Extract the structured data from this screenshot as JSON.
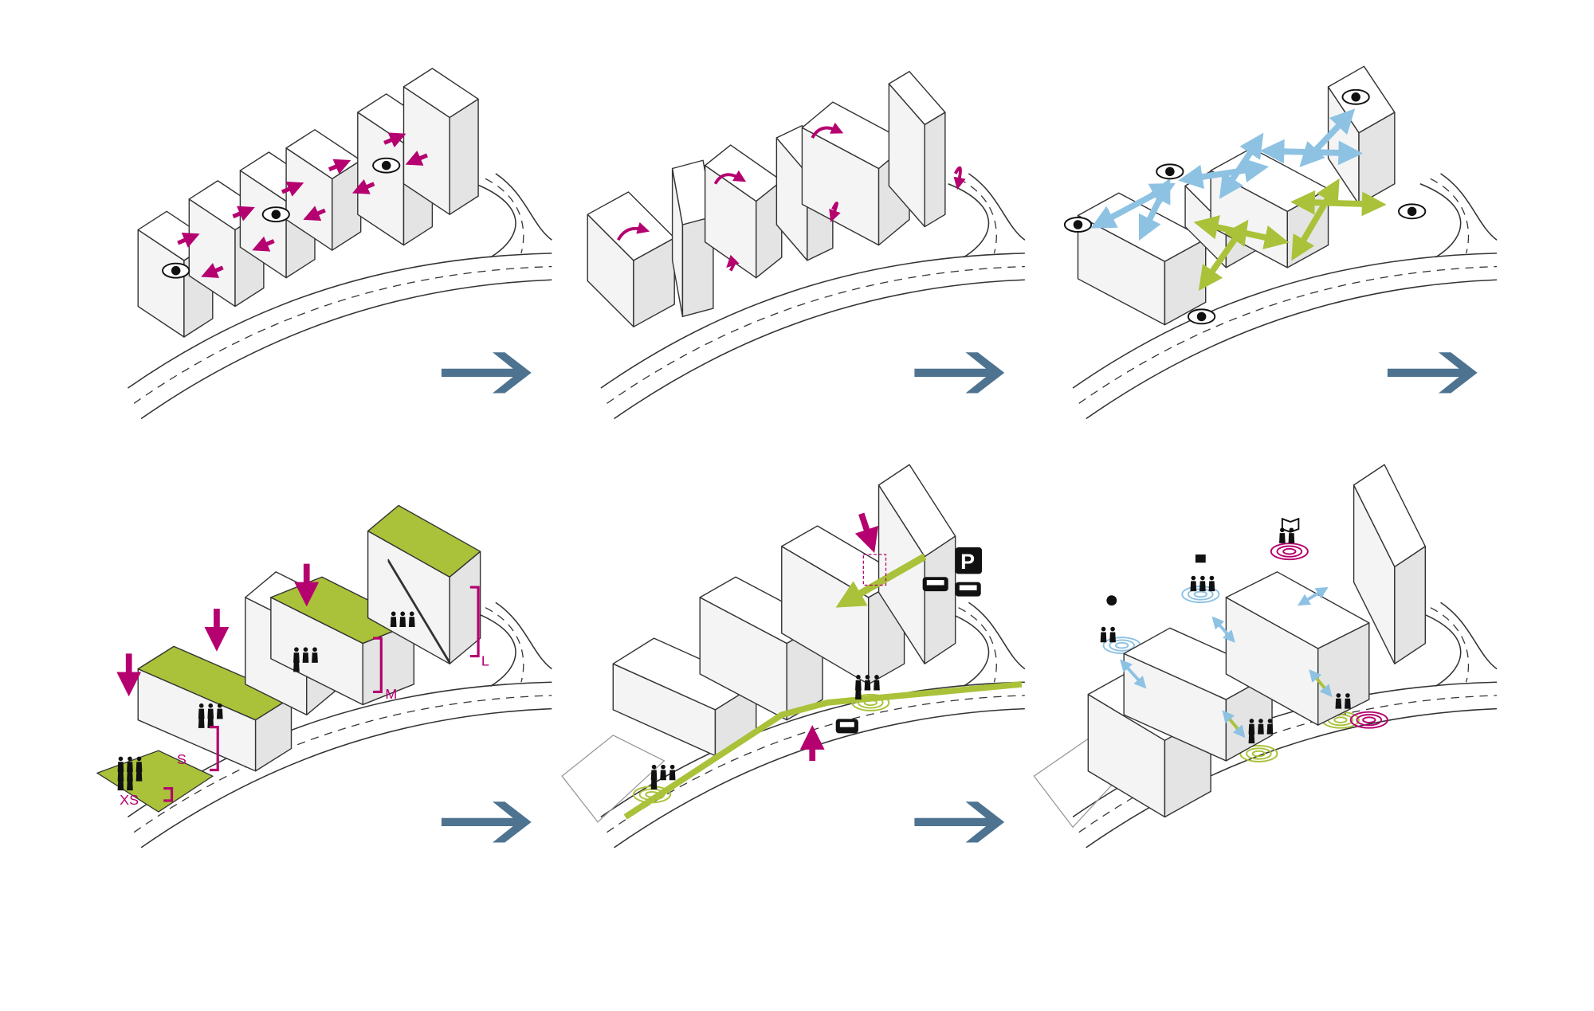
{
  "colors": {
    "magenta": "#b5006f",
    "green": "#a9c23a",
    "light_blue": "#8dc2e3",
    "step_arrow": "#4d7390",
    "outline": "#333333",
    "road": "#333333"
  },
  "panels": [
    {
      "step": 1,
      "icons": [
        "eye-icon",
        "push-arrow-icon"
      ]
    },
    {
      "step": 2,
      "icons": [
        "rotate-arrow-icon"
      ]
    },
    {
      "step": 3,
      "icons": [
        "eye-icon",
        "view-arrow-icon",
        "connection-arrow-icon"
      ]
    },
    {
      "step": 4,
      "icons": [
        "down-arrow-icon",
        "people-icon",
        "scale-bracket-icon"
      ]
    },
    {
      "step": 5,
      "icons": [
        "people-icon",
        "truck-icon",
        "car-icon",
        "parking-sign-icon",
        "path-arrow-icon"
      ]
    },
    {
      "step": 6,
      "icons": [
        "lightbulb-icon",
        "coffee-cup-icon",
        "book-icon",
        "people-icon",
        "ripple-icon"
      ]
    }
  ],
  "scale_labels": {
    "xs": "XS",
    "s": "S",
    "m": "M",
    "l": "L"
  },
  "parking_sign": "P"
}
